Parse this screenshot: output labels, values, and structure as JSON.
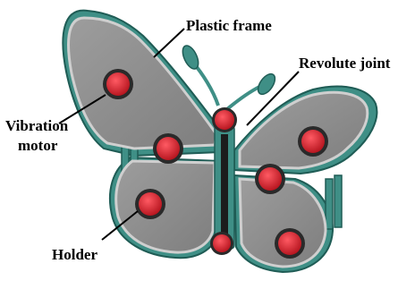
{
  "labels": {
    "plastic_frame": "Plastic frame",
    "revolute_joint": "Revolute joint",
    "vibration_motor_line1": "Vibration",
    "vibration_motor_line2": "motor",
    "holder": "Holder"
  },
  "colors": {
    "wing_face": "#8e8e8e",
    "wing_rim": "#c9c9c9",
    "frame_teal": "#3f8f86",
    "frame_dark": "#1f5c55",
    "motor_red": "#d9242f",
    "motor_ring": "#2a2a2a",
    "body_dark": "#1c1c1c",
    "leader_line": "#000000"
  }
}
